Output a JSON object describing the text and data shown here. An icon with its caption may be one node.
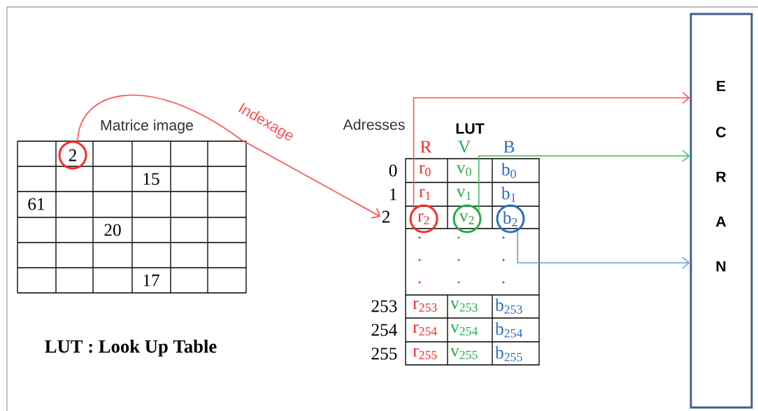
{
  "diagram": {
    "nodes": [
      {
        "text": [
          "2"
        ]
      },
      {
        "text": [
          "2"
        ]
      },
      {
        "text": [
          "r$_{2}$"
        ]
      },
      {
        "text": [
          "v$_{2}$"
        ]
      },
      {
        "text": [
          "b$_{2}$"
        ]
      },
      {
        "text": [
          "E",
          "C",
          "R",
          "A",
          "N"
        ]
      }
    ],
    "edges": [
      {
        "from": 0,
        "to": 1,
        "arrow": "to",
        "label": "Indexage",
        "color": "#ff5050"
      },
      {
        "from": 2,
        "to": 5,
        "arrow": "to",
        "color": "#ff5050"
      },
      {
        "from": 3,
        "to": 5,
        "arrow": "to",
        "color": "#3cc060"
      },
      {
        "from": 4,
        "to": 5,
        "arrow": "to",
        "color": "#6a9ad0"
      }
    ],
    "labels": [
      "Matrice image",
      "15",
      "61",
      "20",
      "17",
      "Adresses",
      "LUT",
      "R",
      "V",
      "B",
      "0",
      "r$_{0}$",
      "v$_{0}$",
      "b$_{0}$",
      "1",
      "r$_{1}$",
      "v$_{1}$",
      "b$_{1}$",
      ".",
      ".",
      ".",
      ".",
      ".",
      ".",
      ".",
      ".",
      ".",
      "253",
      "r$_{253}$",
      "v$_{253}$",
      "b$_{253}$",
      "254",
      "r$_{254}$",
      "v$_{254}$",
      "b$_{254}$",
      "LUT : Look Up Table",
      "255",
      "r$_{255}$",
      "v$_{255}$",
      "b$_{255}$"
    ]
  }
}
